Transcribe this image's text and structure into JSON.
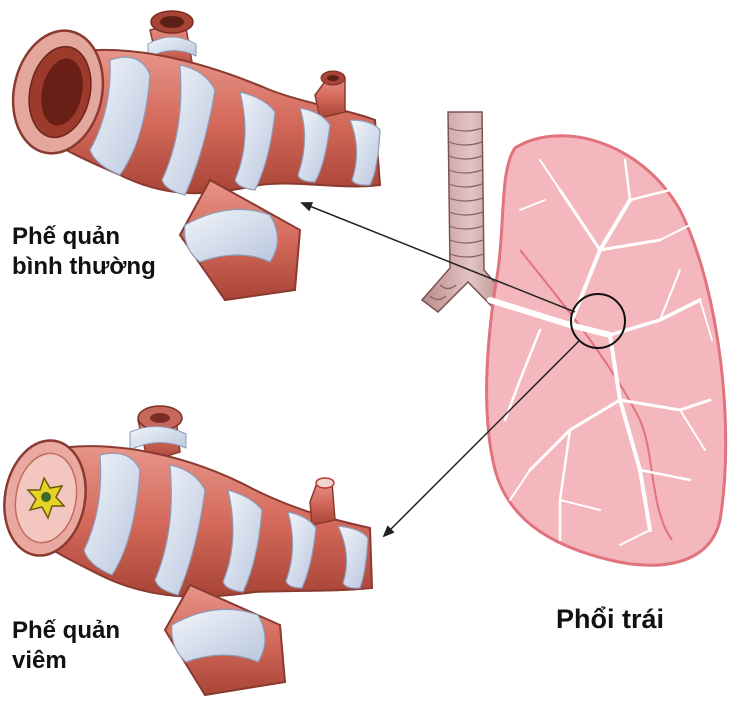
{
  "labels": {
    "normal_bronchus": [
      "Phế quản",
      "bình thường"
    ],
    "inflamed_bronchus": [
      "Phế quản",
      "viêm"
    ],
    "left_lung": "Phổi trái"
  },
  "colors": {
    "bronchus_flesh": "#d9776a",
    "bronchus_dark": "#a84436",
    "cartilage": "#dfe6f2",
    "lung_fill": "#f4b7bd",
    "lung_outline": "#e0737c",
    "lung_veins": "#ffffff",
    "inflamed_core": "#e6d325",
    "arrow": "#222222"
  }
}
